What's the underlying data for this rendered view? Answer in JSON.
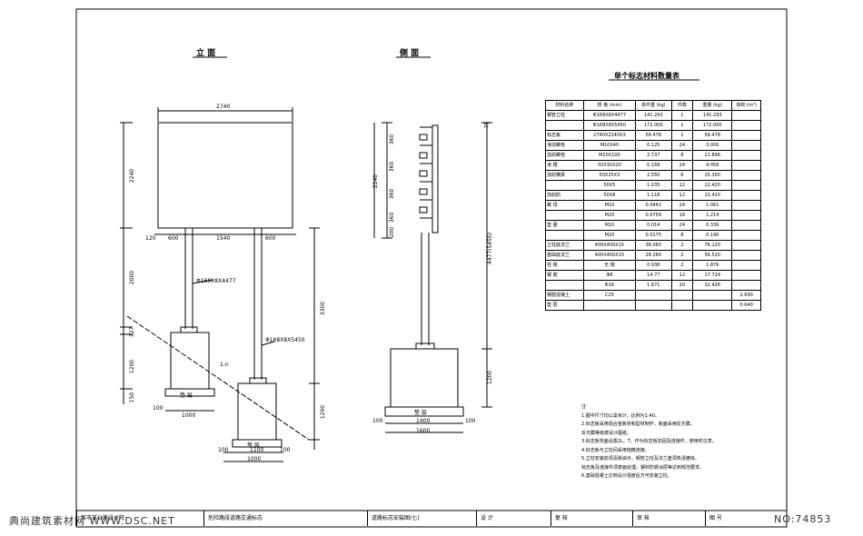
{
  "views": {
    "front_title": "立 面",
    "side_title": "侧 面"
  },
  "front_dims": {
    "top_width": "2740",
    "panel_height": "2240",
    "seg_left": "600",
    "seg_mid": "1540",
    "seg_right": "600",
    "small_left": "120",
    "col_height": "2000",
    "h_327": "327",
    "h_1200": "1200",
    "h_3300": "3300",
    "h_1200b": "1200",
    "h_150": "150",
    "pipe_label_1": "Φ168X8X4477",
    "pipe_label_2": "Φ168X8X5450",
    "slope": "1:n",
    "foot_left_a": "100",
    "foot_left_b": "1000",
    "foot_right_a": "100",
    "foot_right_b": "1100",
    "foot_right_c": "100",
    "foot_right_total": "1000",
    "base_label": "垫 层",
    "base_label_2": "垫 层"
  },
  "side_dims": {
    "d_75": "75",
    "d_360a": "360",
    "d_360b": "360",
    "d_360c": "360",
    "d_360d": "360",
    "d_200": "200",
    "d_2240": "2240",
    "d_total": "4477(5450)",
    "d_1200": "1200",
    "foot_a": "100",
    "foot_b": "1400",
    "foot_c": "100",
    "foot_total": "1600",
    "base_label": "垫 层"
  },
  "table": {
    "title": "单个标志材料数量表",
    "headers": [
      "材料名称",
      "规 格 (mm)",
      "单件重 (kg)",
      "件数",
      "重量 (kg)",
      "体积 (m³)"
    ],
    "rows": [
      [
        "钢管立柱",
        "Φ168X8X4477",
        "141.293",
        "1",
        "141.293",
        ""
      ],
      [
        "",
        "Φ168X8X5450",
        "172.000",
        "1",
        "172.000",
        ""
      ],
      [
        "标志板",
        "2740X2240X3",
        "58.478",
        "1",
        "58.478",
        ""
      ],
      [
        "滑动螺栓",
        "M10X40",
        "0.125",
        "24",
        "3.000",
        ""
      ],
      [
        "加劲螺栓",
        "M20X100",
        "2.737",
        "8",
        "21.896",
        ""
      ],
      [
        "滑 槽",
        "50X30X20",
        "0.169",
        "24",
        "4.056",
        ""
      ],
      [
        "加劲横梁",
        "50X25X3",
        "2.550",
        "6",
        "15.300",
        ""
      ],
      [
        "",
        "50X5",
        "1.035",
        "12",
        "12.420",
        ""
      ],
      [
        "加劲肋",
        "50X8",
        "1.118",
        "12",
        "13.420",
        ""
      ],
      [
        "螺 母",
        "M10",
        "0.0442",
        "24",
        "1.061",
        ""
      ],
      [
        "",
        "M20",
        "0.0759",
        "16",
        "1.214",
        ""
      ],
      [
        "垫 圈",
        "M10",
        "0.014",
        "24",
        "0.336",
        ""
      ],
      [
        "",
        "M20",
        "0.0175",
        "8",
        "0.140",
        ""
      ],
      [
        "立柱底法兰",
        "400X400X15",
        "38.060",
        "2",
        "76.120",
        ""
      ],
      [
        "基础底法兰",
        "400X400X15",
        "28.260",
        "2",
        "56.520",
        ""
      ],
      [
        "柱 帽",
        "无 帽",
        "0.938",
        "2",
        "1.876",
        ""
      ],
      [
        "钢 筋",
        "Φ8",
        "14.77",
        "12",
        "17.724",
        ""
      ],
      [
        "",
        "Φ16",
        "1.671",
        "20",
        "32.426",
        ""
      ],
      [
        "钢筋混凝土",
        "C25",
        "",
        "",
        "",
        "2.690"
      ],
      [
        "垫 层",
        "",
        "",
        "",
        "",
        "0.640"
      ]
    ]
  },
  "notes": {
    "heading": "注",
    "lines": [
      "1.图中尺寸均以毫米计，比例为1:40。",
      "2.标志板采用铝合金板材和型材制作，板面采用反光膜。",
      "   反光膜等级按设计图纸。",
      "3.标志板背面设置2L，T，作为标志板加固及连接件，使用时注意。",
      "4.标志板与立柱间采用抱箍连接。",
      "5.立柱安装前须清除油污，钢管立柱及法兰盘须热浸镀锌，",
      "   标志板及连接件须表面处理，钢材防锈涂层等达到规范要求。",
      "6.基础混凝土达到设计强度后方可安装立柱。"
    ]
  },
  "title_block": {
    "c1": "某市某公路设计院",
    "c2": "危险路段道路交通标志",
    "c3": "道路标志安装图(七)",
    "c4": "设 计",
    "c5": "复 核",
    "c6": "审 核",
    "c7": "图 号"
  },
  "watermark": {
    "left": "典尚建筑素材网 WWW.DSC.NET",
    "right": "NO:74853"
  }
}
